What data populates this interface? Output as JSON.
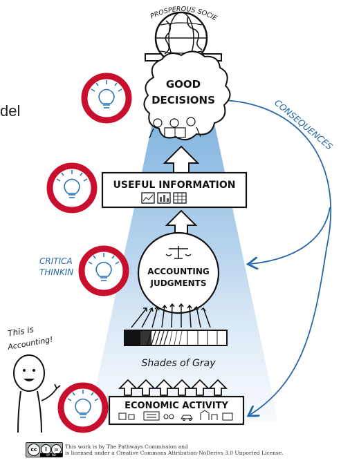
{
  "labels": {
    "prosperous_society": "PROSPEROUS SOCIETY",
    "good": "GOOD",
    "decisions": "DECISIONS",
    "useful_information": "USEFUL INFORMATION",
    "accounting": "ACCOUNTING",
    "judgments": "JUDGMENTS",
    "critical": "CRITICA",
    "thinking": "THINKIN",
    "shades_of_gray": "Shades of Gray",
    "economic_activity": "ECONOMIC ACTIVITY",
    "consequences": "CONSEQUENCES",
    "this_is": "This is",
    "accounting_exclaim": "Accounting!",
    "left_fragment": "del"
  },
  "license": {
    "line1": "This work is by The Pathways Commission and",
    "line2": "is licensed under a Creative Commons Attribution-NoDerivs 3.0 Unported License."
  },
  "badge": {
    "cc": "cc",
    "by": "BY",
    "nd": "ND"
  },
  "colors": {
    "ring_red": "#c8102e",
    "bulb_blue": "#1f6fb2",
    "beam_blue": "#7fb2de",
    "arrow_blue": "#2566a8"
  }
}
